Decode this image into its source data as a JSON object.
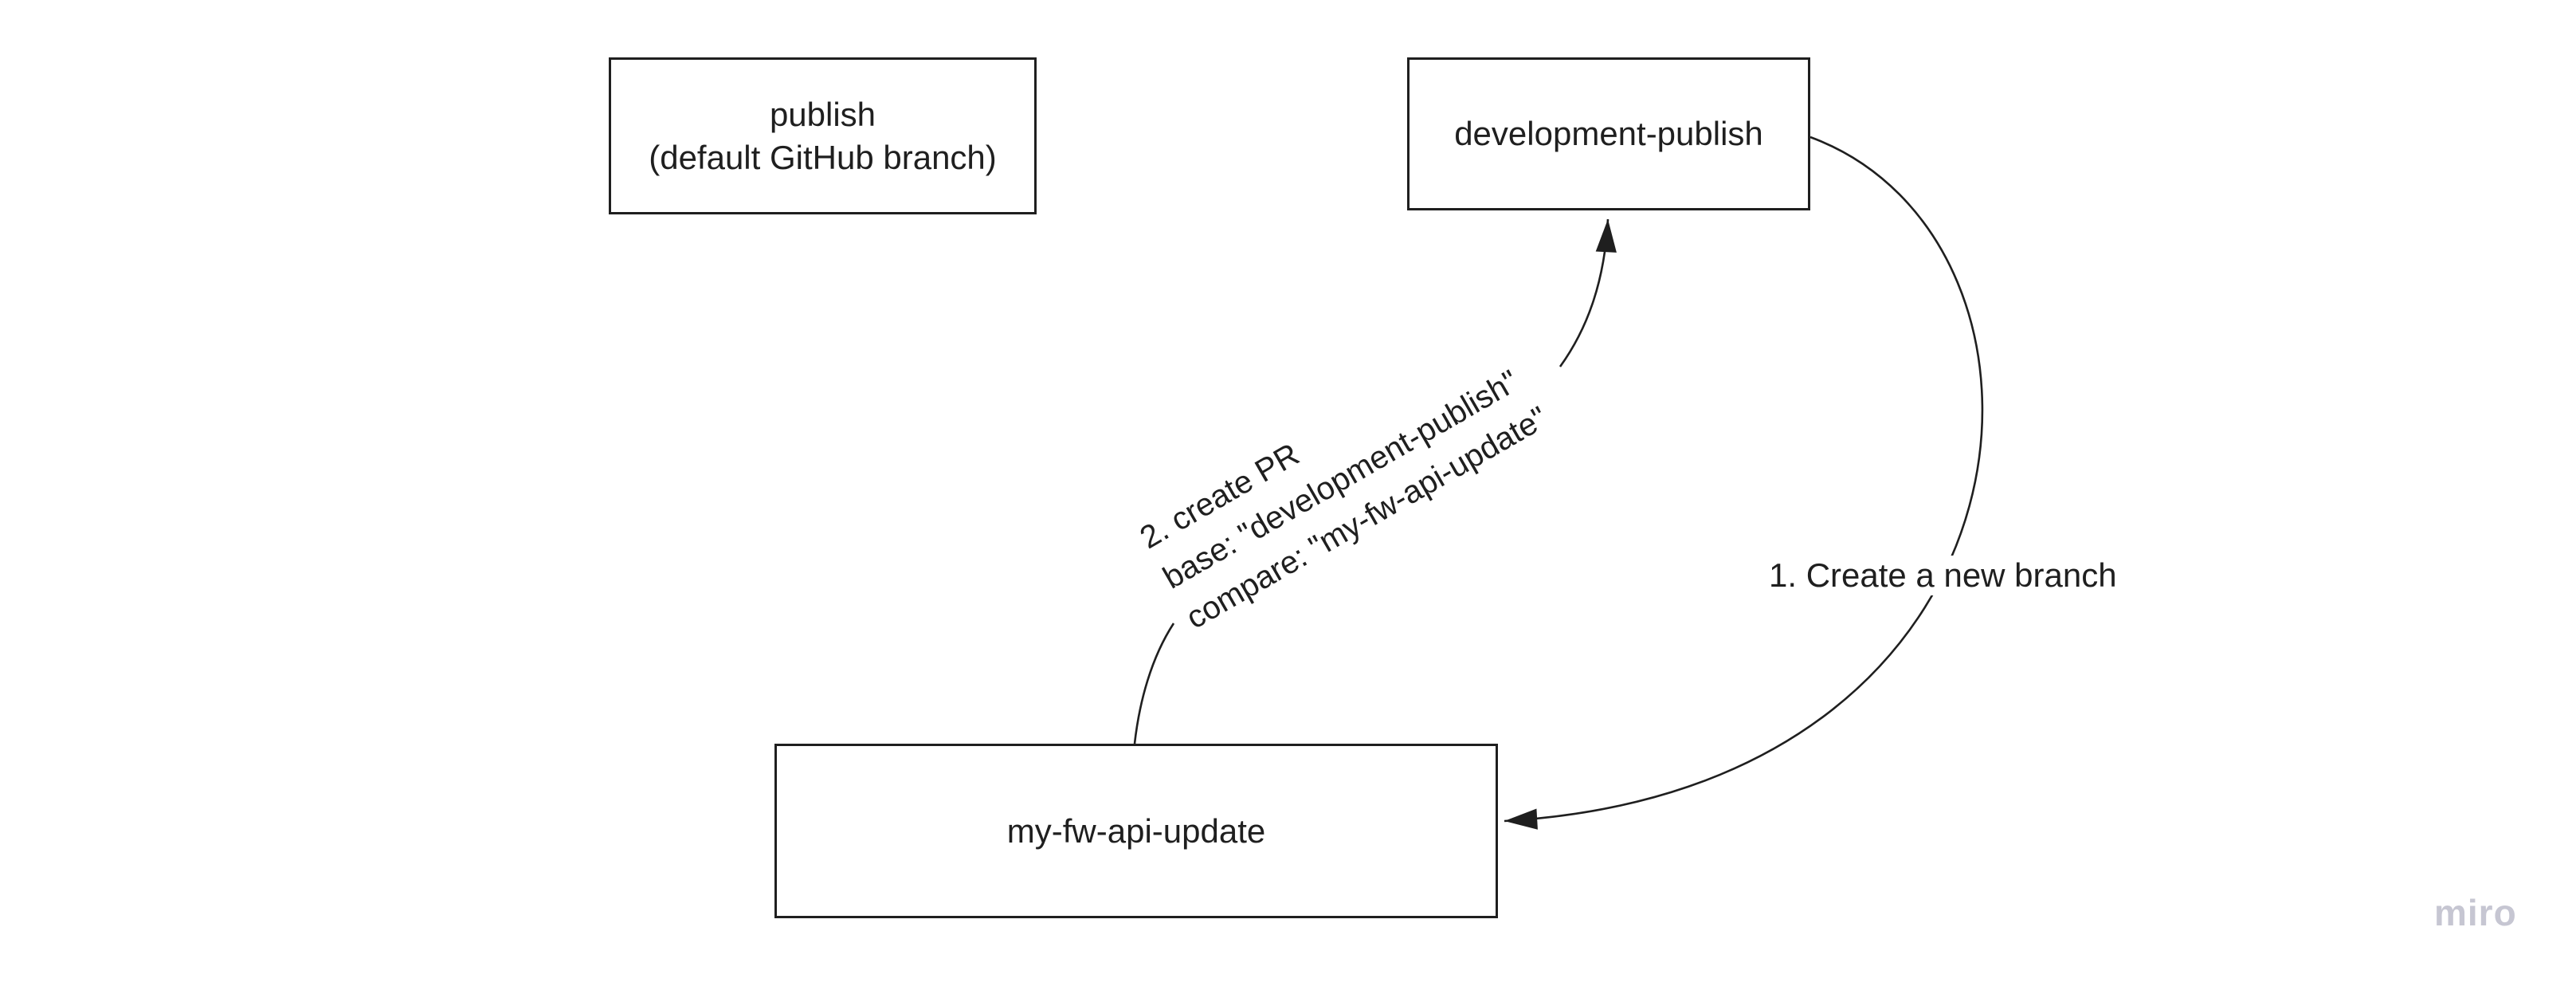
{
  "colors": {
    "stroke": "#1f1f1f",
    "text": "#1f1f1f",
    "watermark": "#c6c6d2",
    "background": "#ffffff"
  },
  "nodes": {
    "publish": {
      "line1": "publish",
      "line2": "(default GitHub branch)"
    },
    "development_publish": {
      "label": "development-publish"
    },
    "my_fw_api_update": {
      "label": "my-fw-api-update"
    }
  },
  "edges": {
    "create_branch": {
      "label": "1. Create a new branch",
      "from": "development-publish",
      "to": "my-fw-api-update"
    },
    "create_pr": {
      "line1": "2. create PR",
      "line2": "base: \"development-publish\"",
      "line3": "compare: \"my-fw-api-update\"",
      "from": "my-fw-api-update",
      "to": "development-publish"
    }
  },
  "watermark": {
    "label": "miro"
  }
}
